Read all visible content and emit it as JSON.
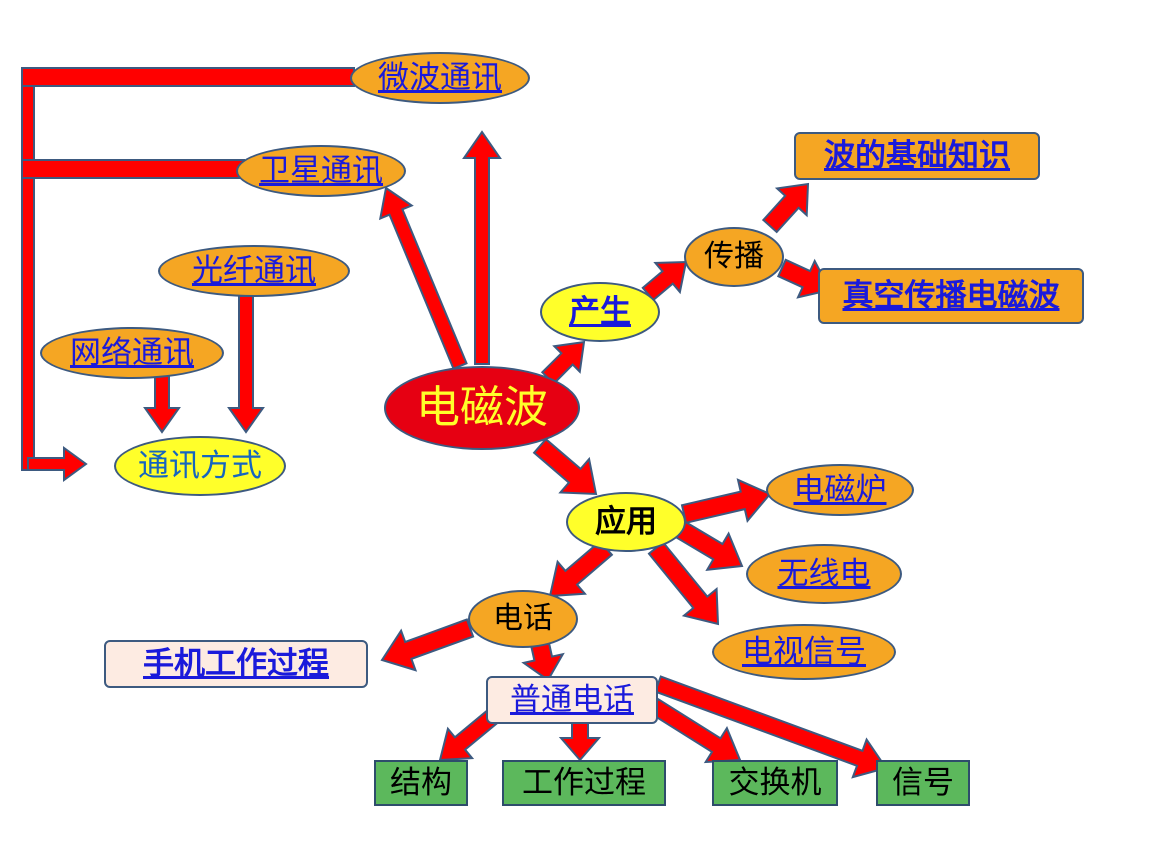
{
  "nodes": {
    "microwave": "微波通讯",
    "satellite": "卫星通讯",
    "fiber": "光纤通讯",
    "network": "网络通讯",
    "comm_methods": "通讯方式",
    "em_wave": "电磁波",
    "generate": "产生",
    "propagate": "传播",
    "wave_basics": "波的基础知识",
    "vacuum_propagation": "真空传播电磁波",
    "application": "应用",
    "induction_cooker": "电磁炉",
    "radio": "无线电",
    "tv_signal": "电视信号",
    "telephone": "电话",
    "mobile_process": "手机工作过程",
    "landline": "普通电话",
    "structure": "结构",
    "working_process": "工作过程",
    "switchboard": "交换机",
    "signal": "信号"
  },
  "colors": {
    "arrow": "#ff0000",
    "arrow_border": "#3d5a80",
    "orange": "#f5a623",
    "yellow": "#ffff2a",
    "red": "#e60012",
    "green": "#5cb85c",
    "pink": "#fdebe2",
    "link": "#1a1adb"
  }
}
